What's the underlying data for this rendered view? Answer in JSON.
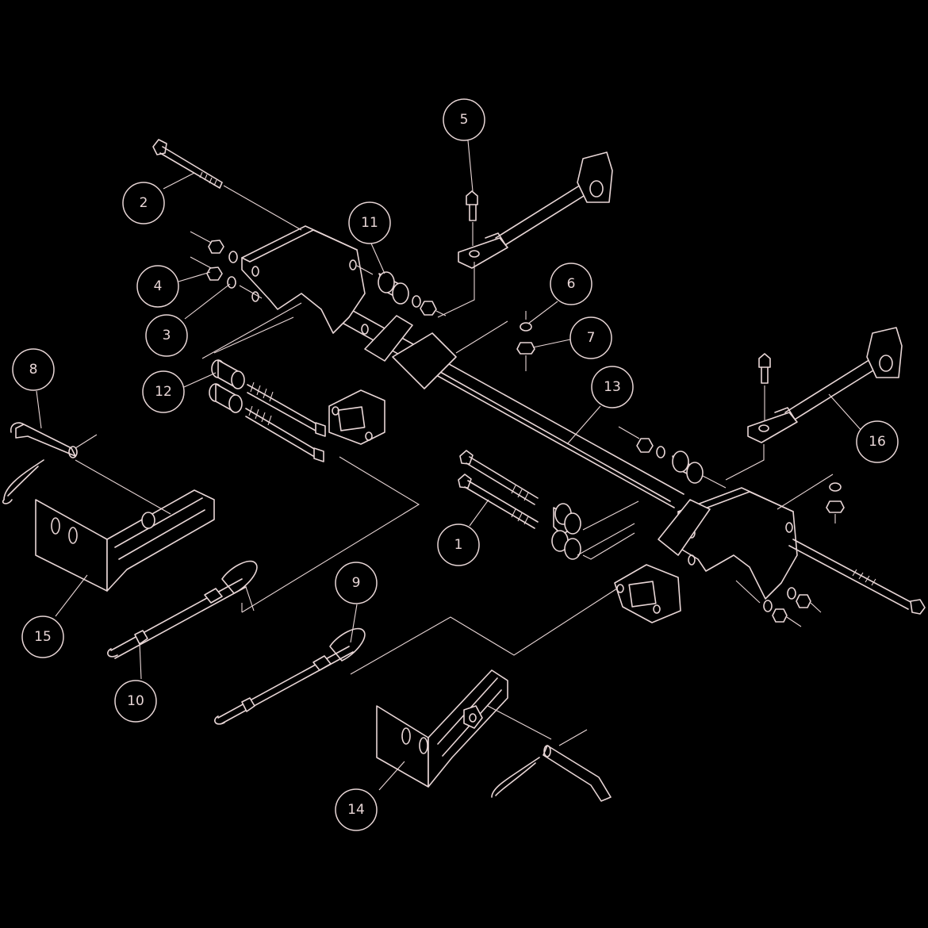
{
  "diagram": {
    "background": "#000000",
    "line_color": "#e8d6d6",
    "callouts": [
      {
        "id": "c1",
        "label": "1"
      },
      {
        "id": "c2",
        "label": "2"
      },
      {
        "id": "c3",
        "label": "3"
      },
      {
        "id": "c4",
        "label": "4"
      },
      {
        "id": "c5",
        "label": "5"
      },
      {
        "id": "c6",
        "label": "6"
      },
      {
        "id": "c7",
        "label": "7"
      },
      {
        "id": "c8",
        "label": "8"
      },
      {
        "id": "c9",
        "label": "9"
      },
      {
        "id": "c10",
        "label": "10"
      },
      {
        "id": "c11",
        "label": "11"
      },
      {
        "id": "c12",
        "label": "12"
      },
      {
        "id": "c13",
        "label": "13"
      },
      {
        "id": "c14",
        "label": "14"
      },
      {
        "id": "c15",
        "label": "15"
      },
      {
        "id": "c16",
        "label": "16"
      }
    ]
  }
}
